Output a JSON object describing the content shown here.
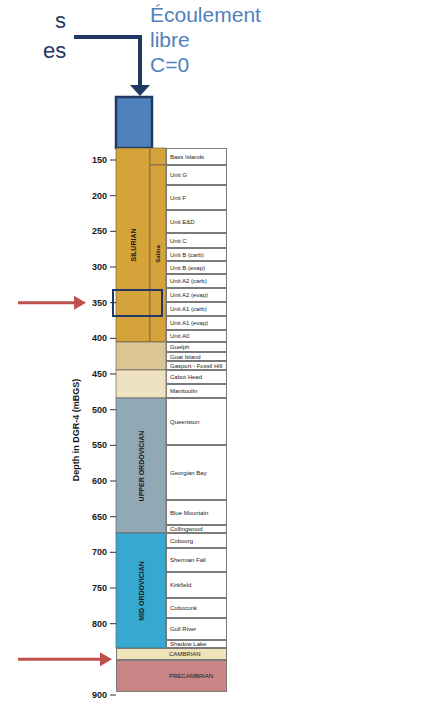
{
  "diagram": {
    "nodes": [
      {
        "text": [
          "SILURIAN"
        ]
      },
      {
        "text": [
          "Bass Islands"
        ]
      },
      {
        "text": [
          "Salina"
        ]
      },
      {
        "text": [
          "Unit G"
        ]
      },
      {
        "text": [
          "Unit F"
        ]
      },
      {
        "text": [
          "Unit E&D"
        ]
      },
      {
        "text": [
          "Unit C"
        ]
      },
      {
        "text": [
          "Unit B (carb)"
        ]
      },
      {
        "text": [
          "Unit B (evap)"
        ]
      },
      {
        "text": [
          "Unit A2 (carb)"
        ]
      },
      {
        "text": [
          "Unit A2 (evap)"
        ]
      },
      {
        "text": [
          "Unit A1 (carb)"
        ]
      },
      {
        "text": [
          "Unit A1 (evap)"
        ]
      },
      {
        "text": [
          "Unit A0"
        ]
      },
      {
        "text": [
          "Guelph"
        ]
      },
      {
        "text": [
          "Goat Island"
        ]
      },
      {
        "text": [
          "Gasport - Fossil Hill"
        ]
      },
      {
        "text": [
          "Cabot Head"
        ]
      },
      {
        "text": [
          "Manitoulin"
        ]
      },
      {
        "text": [
          "UPPER ORDOVICIAN"
        ]
      },
      {
        "text": [
          "Queenston"
        ]
      },
      {
        "text": [
          "Georgian Bay"
        ]
      },
      {
        "text": [
          "Blue Mountain"
        ]
      },
      {
        "text": [
          "Collingwood"
        ]
      },
      {
        "text": [
          "MID ORDOVICIAN"
        ]
      },
      {
        "text": [
          "Cobourg"
        ]
      },
      {
        "text": [
          "Sherman Fall"
        ]
      },
      {
        "text": [
          "Kirkfield"
        ]
      },
      {
        "text": [
          "Coboconk"
        ]
      },
      {
        "text": [
          "Gull River"
        ]
      },
      {
        "text": [
          "Shadow Lake"
        ]
      },
      {
        "text": [
          "CAMBRIAN"
        ]
      },
      {
        "text": [
          "PRECAMBRIAN"
        ]
      }
    ],
    "labels": [
      "s",
      "es",
      "Écoulement libre",
      "C=0",
      "Depth in DGR-4 (mBGS)",
      "150",
      "200",
      "250",
      "300",
      "350",
      "400",
      "450",
      "500",
      "550",
      "600",
      "650",
      "700",
      "750",
      "800",
      "900"
    ]
  }
}
